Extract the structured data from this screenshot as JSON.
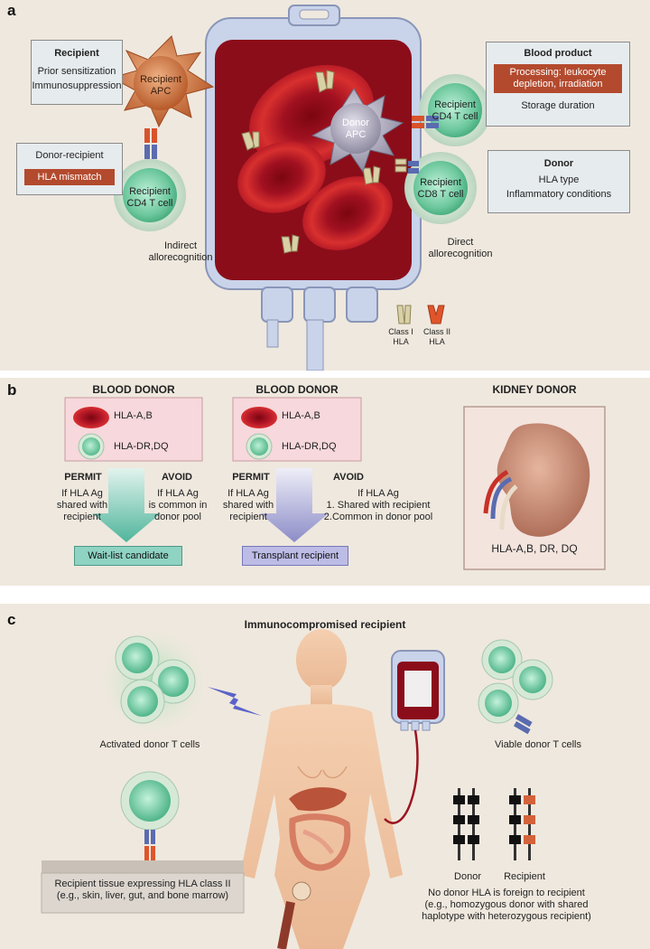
{
  "panels": {
    "a": "a",
    "b": "b",
    "c": "c"
  },
  "a": {
    "recipient_box": {
      "title": "Recipient",
      "line1": "Prior sensitization",
      "line2": "Immunosuppression"
    },
    "recipient_apc": {
      "line1": "Recipient",
      "line2": "APC"
    },
    "donor_recipient_box": {
      "title": "Donor-recipient",
      "badge": "HLA mismatch"
    },
    "recipient_cd4_left": {
      "line1": "Recipient",
      "line2": "CD4 T cell"
    },
    "indirect": {
      "line1": "Indirect",
      "line2": "allorecognition"
    },
    "donor_apc": {
      "line1": "Donor",
      "line2": "APC"
    },
    "recipient_cd4_right": {
      "line1": "Recipient",
      "line2": "CD4 T cell"
    },
    "recipient_cd8": {
      "line1": "Recipient",
      "line2": "CD8 T cell"
    },
    "direct": {
      "line1": "Direct",
      "line2": "allorecognition"
    },
    "blood_product_box": {
      "title": "Blood product",
      "badge_line1": "Processing: leukocyte",
      "badge_line2": "depletion, irradiation",
      "line": "Storage duration"
    },
    "donor_box": {
      "title": "Donor",
      "line1": "HLA type",
      "line2": "Inflammatory conditions"
    },
    "legend": {
      "class1_line1": "Class I",
      "class1_line2": "HLA",
      "class2_line1": "Class II",
      "class2_line2": "HLA"
    },
    "colors": {
      "blood": "#8b0d1a",
      "rbc": "#c8202a",
      "apc_recipient": "#c8743f",
      "apc_donor": "#a9a6b4",
      "tcell": "#7ccfab",
      "box": "#e6ebee",
      "badge": "#b34a2e"
    }
  },
  "b": {
    "col1": {
      "title": "BLOOD DONOR",
      "hla1": "HLA-A,B",
      "hla2": "HLA-DR,DQ",
      "permit": "PERMIT",
      "avoid": "AVOID",
      "permit_l1": "If HLA Ag",
      "permit_l2": "shared with",
      "permit_l3": "recipient",
      "avoid_l1": "If HLA Ag",
      "avoid_l2": "is common in",
      "avoid_l3": "donor pool",
      "result": "Wait-list candidate"
    },
    "col2": {
      "title": "BLOOD DONOR",
      "hla1": "HLA-A,B",
      "hla2": "HLA-DR,DQ",
      "permit": "PERMIT",
      "avoid": "AVOID",
      "permit_l1": "If HLA Ag",
      "permit_l2": "shared with",
      "permit_l3": "recipient",
      "avoid_l1": "If HLA Ag",
      "avoid_l2": "1. Shared with recipient",
      "avoid_l3": "2.Common in donor pool",
      "result": "Transplant recipient"
    },
    "col3": {
      "title": "KIDNEY DONOR",
      "hla": "HLA-A,B, DR, DQ"
    }
  },
  "c": {
    "title": "Immunocompromised recipient",
    "activated": "Activated donor T cells",
    "viable": "Viable donor T cells",
    "tissue_l1": "Recipient tissue expressing HLA class II",
    "tissue_l2": "(e.g., skin, liver, gut, and bone marrow)",
    "donor": "Donor",
    "recipient": "Recipient",
    "note_l1": "No donor HLA is foreign to recipient",
    "note_l2": "(e.g., homozygous donor with shared",
    "note_l3": "haplotype with heterozygous recipient)"
  }
}
